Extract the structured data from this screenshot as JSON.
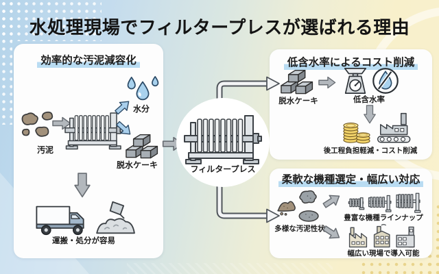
{
  "title": "水処理現場でフィルタープレスが選ばれる理由",
  "colors": {
    "bg_left_blue": "#b5d4ea",
    "bg_right_cream": "#f8f0cb",
    "panel_bg": "#fdfdfd",
    "header_highlight": "#b9dcf2",
    "icon_blue": "#a9d2ee",
    "icon_gray": "#ced4d8",
    "cake_gray": "#a7aeb4",
    "sludge_brown": "#a2917b",
    "coin_yellow": "#f2d369",
    "arrow_gray": "#b3b8bd",
    "text": "#1d1d1d"
  },
  "center": {
    "label": "フィルタープレス"
  },
  "panel_efficiency": {
    "header": "効率的な汚泥減容化",
    "sludge": "汚泥",
    "moisture": "水分",
    "cake": "脱水ケーキ",
    "transport": "運搬・処分が容易"
  },
  "panel_cost": {
    "header": "低含水率によるコスト削減",
    "cake": "脱水ケーキ",
    "low_moisture": "低含水率",
    "benefit": "後工程負担軽減・コスト削減"
  },
  "panel_flexible": {
    "header": "柔軟な機種選定・幅広い対応",
    "sludge_types": "多様な汚泥性状",
    "lineup": "豊富な機種ラインナップ",
    "sites": "幅広い現場で導入可能"
  }
}
